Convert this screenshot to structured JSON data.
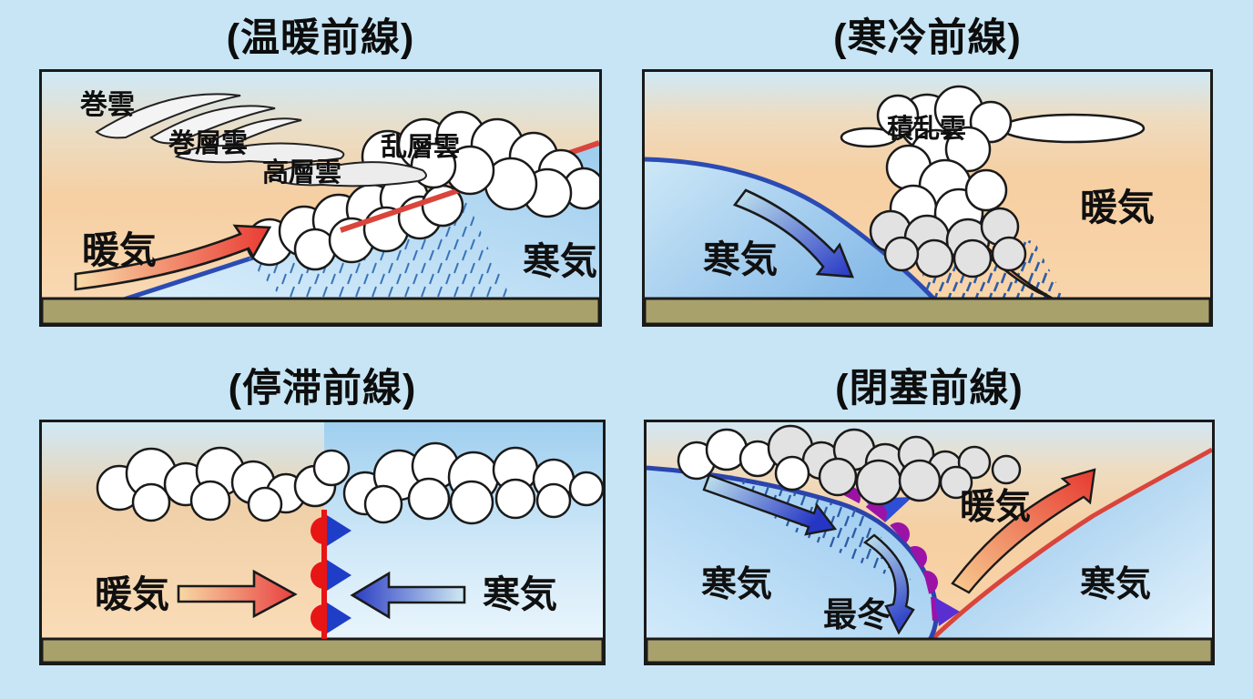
{
  "colors": {
    "page_bg": "#c7e5f4",
    "panel_border": "#1a1a1a",
    "ground": "#a9a16c",
    "warm_front_red": "#d9453c",
    "cold_front_blue": "#2b4bb4",
    "stationary_front_red": "#e81515",
    "stationary_triangle_blue": "#1e3ec8",
    "occluded_front_purple": "#9b13a6",
    "rain_blue": "#2f63a8",
    "warm_arrow_gradient": [
      "#f8dca8",
      "#ea3b33"
    ],
    "cold_arrow_gradient": [
      "#c2e7ee",
      "#2636c4"
    ]
  },
  "panels": {
    "warm_front": {
      "title": "(温暖前線)",
      "labels": {
        "cirrus": "巻雲",
        "cirrostratus": "巻層雲",
        "altostratus": "高層雲",
        "nimbostratus": "乱層雲",
        "warm_air": "暖気",
        "cold_air": "寒気"
      }
    },
    "cold_front": {
      "title": "(寒冷前線)",
      "labels": {
        "cumulonimbus": "積乱雲",
        "cold_air": "寒気",
        "warm_air": "暖気"
      }
    },
    "stationary_front": {
      "title": "(停滞前線)",
      "labels": {
        "warm_air": "暖気",
        "cold_air": "寒気"
      }
    },
    "occluded_front": {
      "title": "(閉塞前線)",
      "labels": {
        "cold_air_left": "寒気",
        "warm_air": "暖気",
        "cold_air_right": "寒気",
        "coldest_air": "最冬"
      }
    }
  }
}
